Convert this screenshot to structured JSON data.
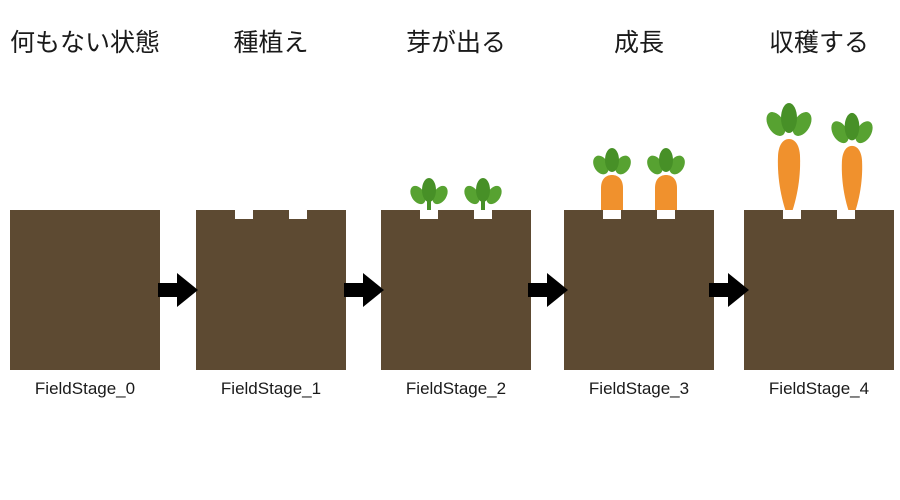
{
  "colors": {
    "soil": "#5d4a32",
    "sprout_green": "#57a231",
    "sprout_green_dark": "#479027",
    "carrot_orange": "#f0912d",
    "arrow": "#000000",
    "text": "#1a1a1a",
    "background": "#ffffff"
  },
  "icons": {
    "arrow": "right-block-arrow",
    "sprout": "carrot-sprout",
    "young_carrot": "growing-carrot",
    "carrot": "full-grown-carrot"
  },
  "stages": [
    {
      "title": "何もない状態",
      "caption": "FieldStage_0",
      "state": "empty-soil"
    },
    {
      "title": "種植え",
      "caption": "FieldStage_1",
      "state": "seeds-planted"
    },
    {
      "title": "芽が出る",
      "caption": "FieldStage_2",
      "state": "sprouts"
    },
    {
      "title": "成長",
      "caption": "FieldStage_3",
      "state": "young-carrots"
    },
    {
      "title": "収穫する",
      "caption": "FieldStage_4",
      "state": "harvest-ready-carrots"
    }
  ]
}
